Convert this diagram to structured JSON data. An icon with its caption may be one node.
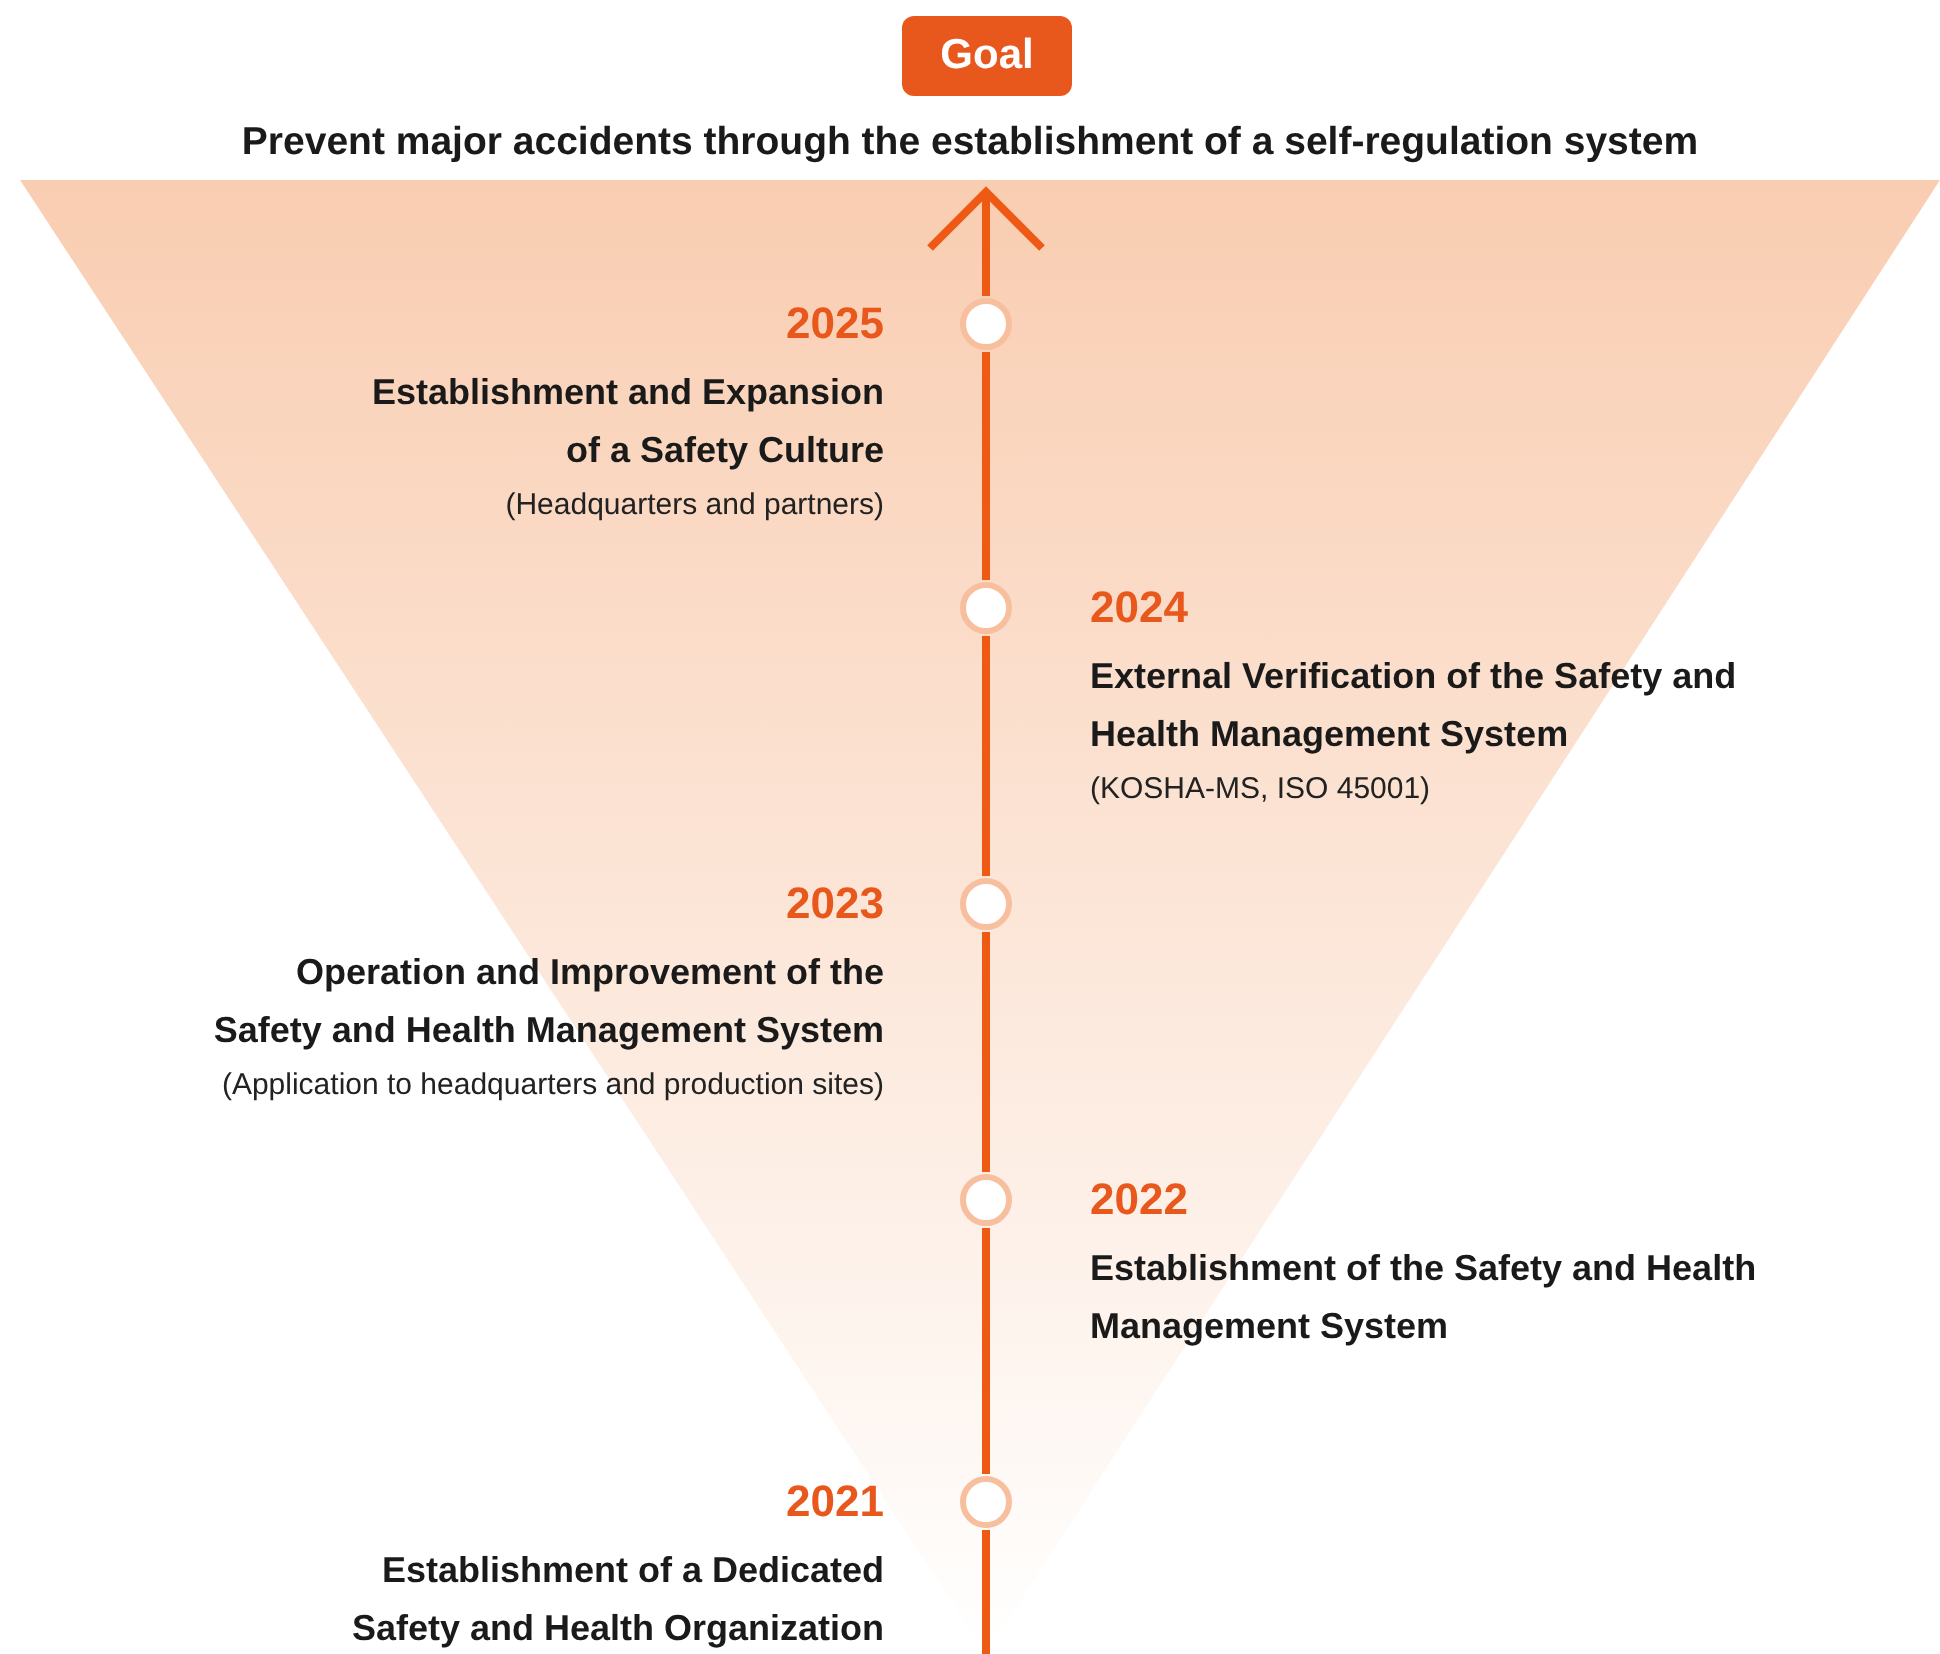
{
  "diagram": {
    "nodes": [
      {
        "text": [
          "Goal"
        ],
        "beside": [
          "Prevent major accidents through the establishment of a self-regulation system"
        ]
      },
      {
        "text": [],
        "shape": "circle",
        "beside": [
          "2025",
          "Establishment and Expansion of a Safety Culture",
          "(Headquarters and partners)"
        ]
      },
      {
        "text": [],
        "shape": "circle",
        "beside": [
          "2024",
          "External Verification of the Safety and Health Management System",
          "(KOSHA-MS, ISO 45001)"
        ]
      },
      {
        "text": [],
        "shape": "circle",
        "beside": [
          "2023",
          "Operation and Improvement of the Safety and Health Management System",
          "(Application to headquarters and production sites)"
        ]
      },
      {
        "text": [],
        "shape": "circle",
        "beside": [
          "2022",
          "Establishment of the Safety and Health Management System"
        ]
      },
      {
        "text": [],
        "shape": "circle",
        "beside": [
          "2021",
          "Establishment of a Dedicated Safety and Health Organization"
        ]
      }
    ],
    "edges": [
      {
        "from": 1,
        "to": 0,
        "arrow": "to"
      },
      {
        "from": 2,
        "to": 1,
        "arrow": "none"
      },
      {
        "from": 3,
        "to": 2,
        "arrow": "none"
      },
      {
        "from": 4,
        "to": 3,
        "arrow": "none"
      },
      {
        "from": 5,
        "to": 4,
        "arrow": "none"
      },
      {
        "from": null,
        "to": 5,
        "arrow": "none"
      }
    ]
  }
}
